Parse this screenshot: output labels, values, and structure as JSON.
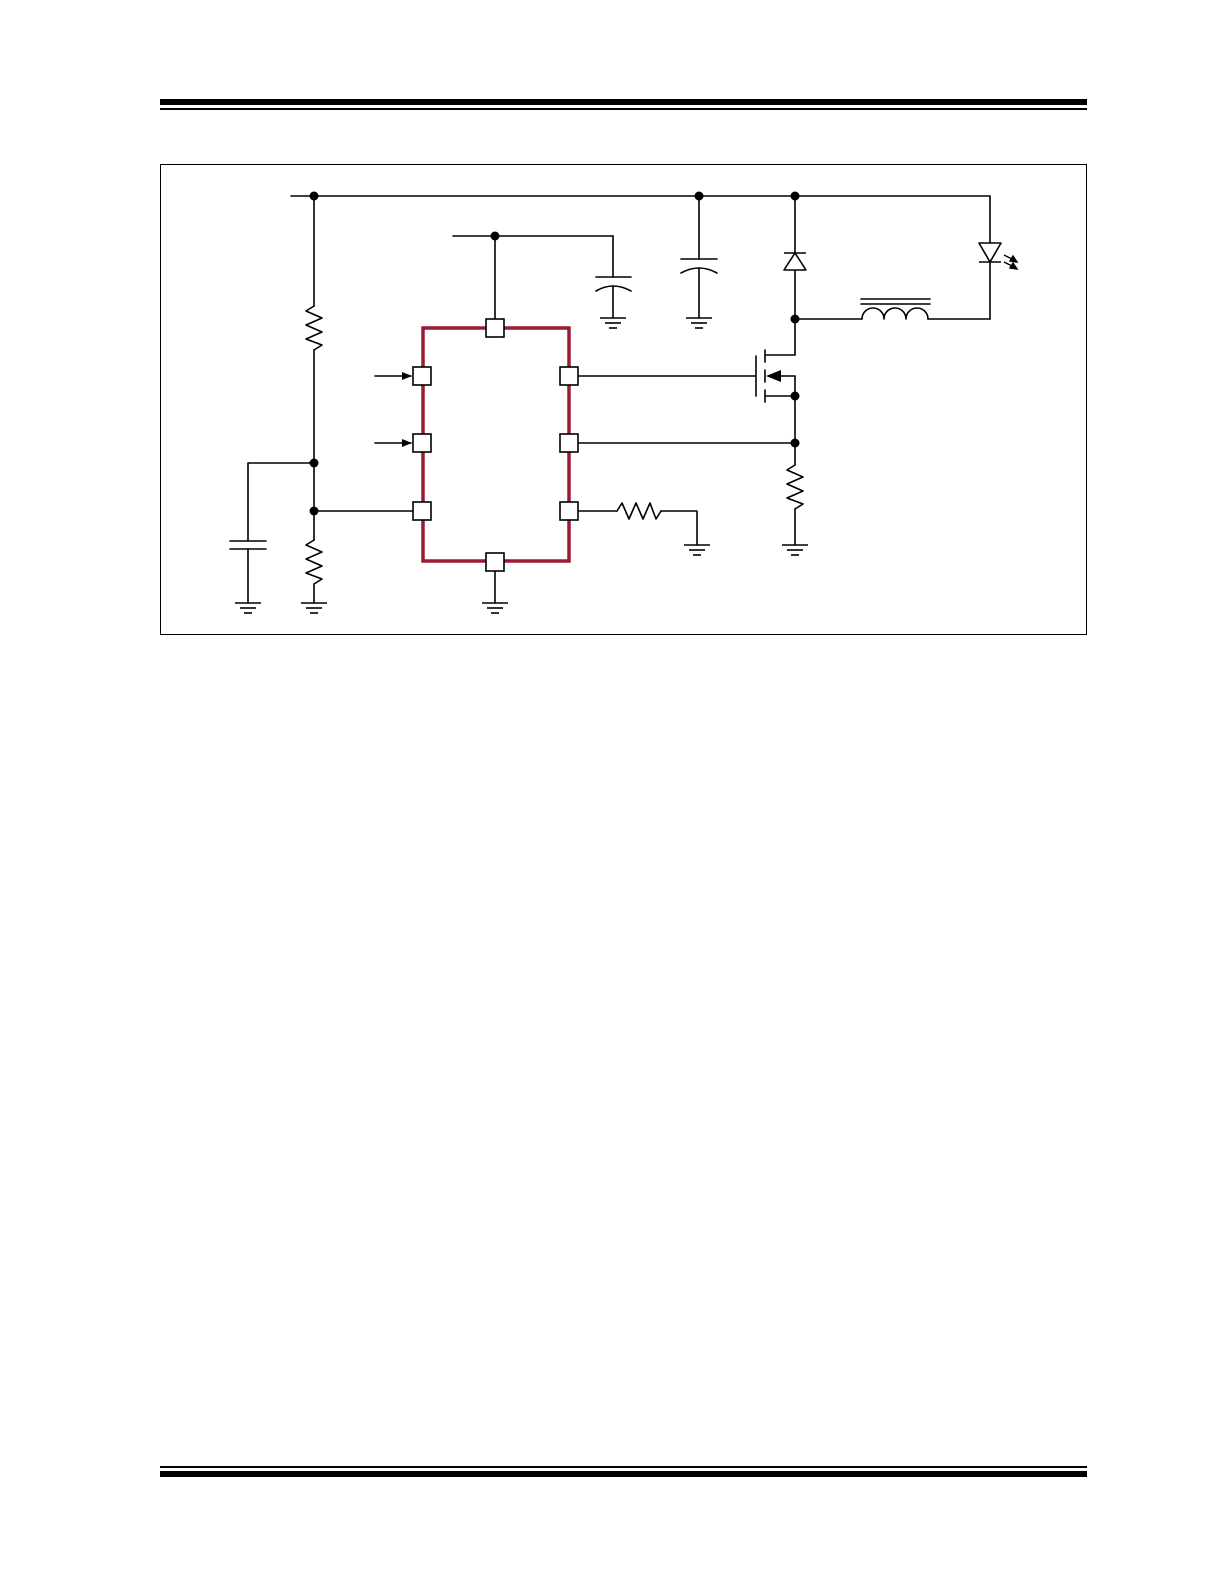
{
  "colors": {
    "ic_outline": "#9b1b30",
    "wire": "#000000",
    "border": "#000000"
  },
  "diagram": {
    "components": [
      "resistor-top-left",
      "resistor-bottom-left",
      "capacitor-filter",
      "capacitor-vdd",
      "capacitor-bulk",
      "diode",
      "led",
      "inductor",
      "mosfet",
      "resistor-sense",
      "resistor-right",
      "ic-package"
    ]
  }
}
